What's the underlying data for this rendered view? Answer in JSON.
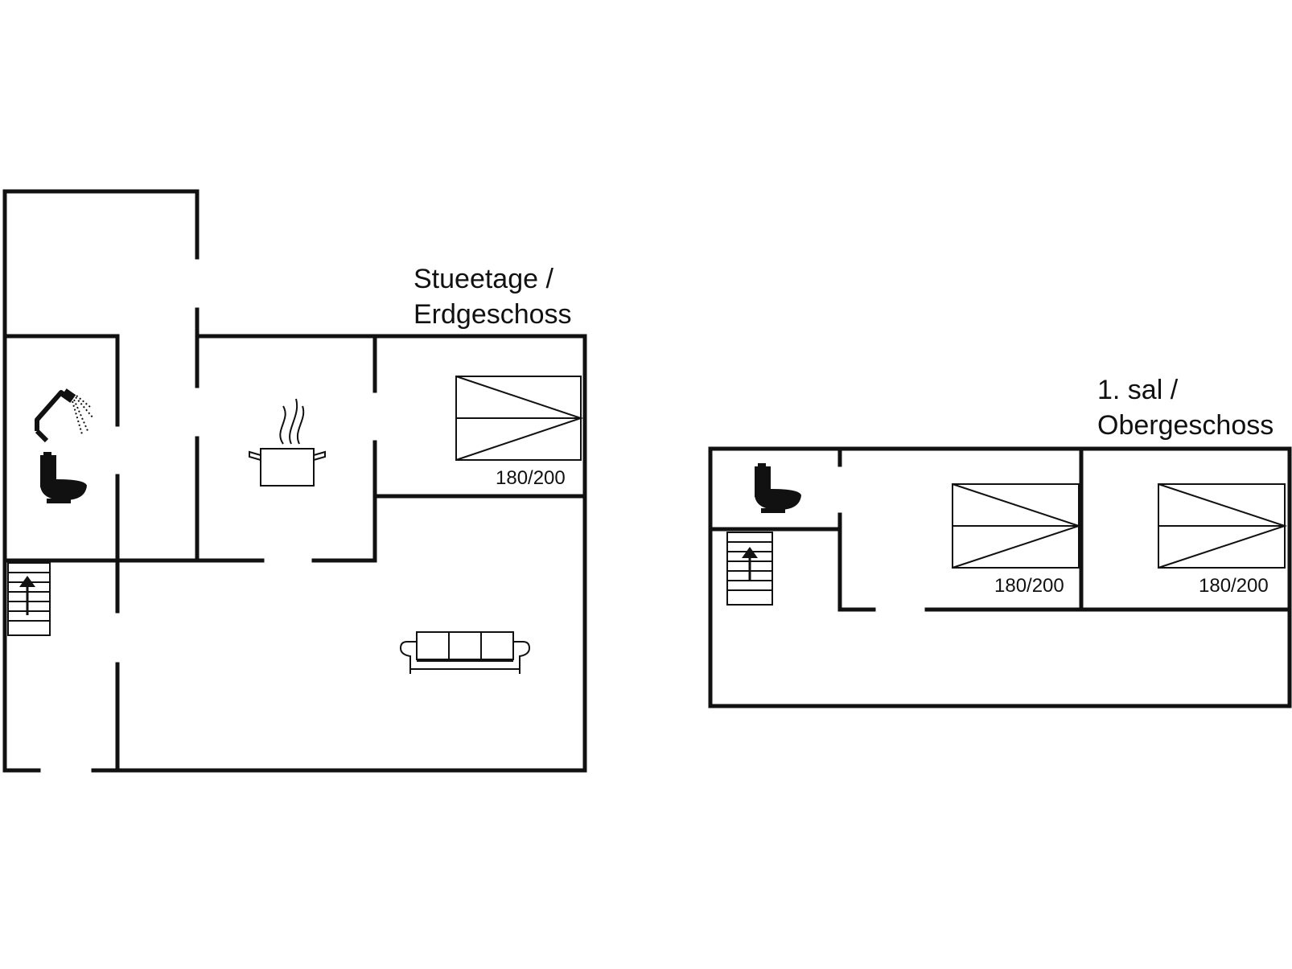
{
  "floors": [
    {
      "id": "ground",
      "label_line1": "Stueetage /",
      "label_line2": "Erdgeschoss",
      "beds": [
        "180/200"
      ],
      "icons": [
        "shower-icon",
        "toilet-icon",
        "stairs-icon",
        "kitchen-pot-icon",
        "sofa-icon",
        "bed-icon"
      ]
    },
    {
      "id": "upper",
      "label_line1": "1. sal /",
      "label_line2": "Obergeschoss",
      "beds": [
        "180/200",
        "180/200"
      ],
      "icons": [
        "toilet-icon",
        "stairs-icon",
        "bed-icon",
        "bed-icon"
      ]
    }
  ]
}
